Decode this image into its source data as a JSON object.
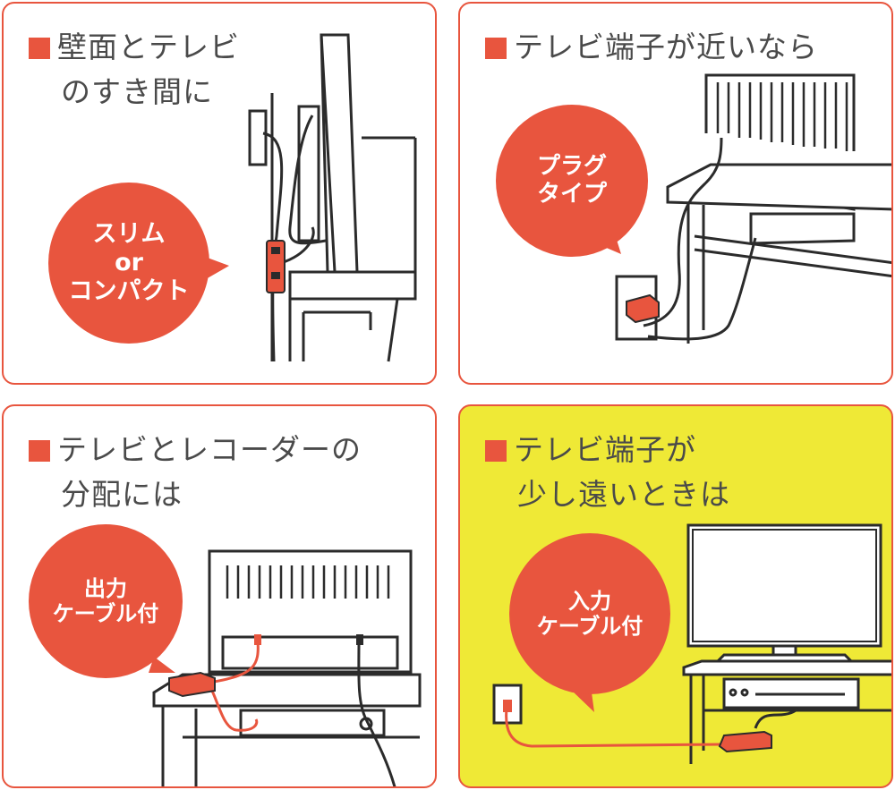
{
  "colors": {
    "accent": "#e8553e",
    "text": "#4a4a4a",
    "highlight_bg": "#efe936",
    "line": "#2b2b2b"
  },
  "panels": [
    {
      "title_line1": "壁面とテレビ",
      "title_line2": "のすき間に",
      "bubble": [
        "スリム",
        "or",
        "コンパクト"
      ]
    },
    {
      "title_line1": "テレビ端子が近いなら",
      "title_line2": "",
      "bubble": [
        "プラグ",
        "タイプ"
      ]
    },
    {
      "title_line1": "テレビとレコーダーの",
      "title_line2": "分配には",
      "bubble": [
        "出力",
        "ケーブル付"
      ]
    },
    {
      "title_line1": "テレビ端子が",
      "title_line2": "少し遠いときは",
      "bubble": [
        "入力",
        "ケーブル付"
      ]
    }
  ]
}
